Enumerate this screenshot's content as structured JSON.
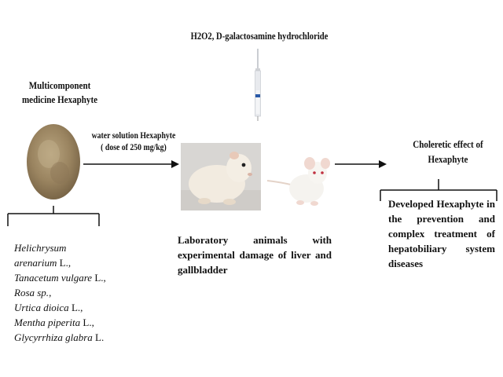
{
  "top_label": "H2O2, D-galactosamine hydrochloride",
  "left_title_line1": "Multicomponent",
  "left_title_line2": "medicine Hexaphyte",
  "arrow_label_line1": "water solution Hexaphyte",
  "arrow_label_line2": "( dose of 250 mg/kg)",
  "lab_text": "Laboratory animals with experimental damage of liver and gallbladder",
  "right_title_line1": "Choleretic effect of",
  "right_title_line2": "Hexaphyte",
  "developed_text": "Developed Hexaphyte in the prevention and complex treatment of hepatobiliary system diseases",
  "plants": [
    {
      "italic": "Helichrysum",
      "suffix": ""
    },
    {
      "italic": "arenarium",
      "suffix": " L.,"
    },
    {
      "italic": "Tanacetum vulgare",
      "suffix": " L.,"
    },
    {
      "italic": "Rosa sp.",
      "suffix": ","
    },
    {
      "italic": "Urtica dioica",
      "suffix": " L.,"
    },
    {
      "italic": "Mentha piperita",
      "suffix": "  L.,"
    },
    {
      "italic": " Glycyrrhiza glabra",
      "suffix": "  L."
    }
  ],
  "colors": {
    "powder": "#a08a66",
    "guinea_pig": "#f2ebe0",
    "mouse": "#f5f3ef",
    "syringe_blue": "#2a5aa8"
  },
  "icons": [
    "powder-bowl-image",
    "syringe-icon",
    "guinea-pig-image",
    "mouse-image"
  ]
}
